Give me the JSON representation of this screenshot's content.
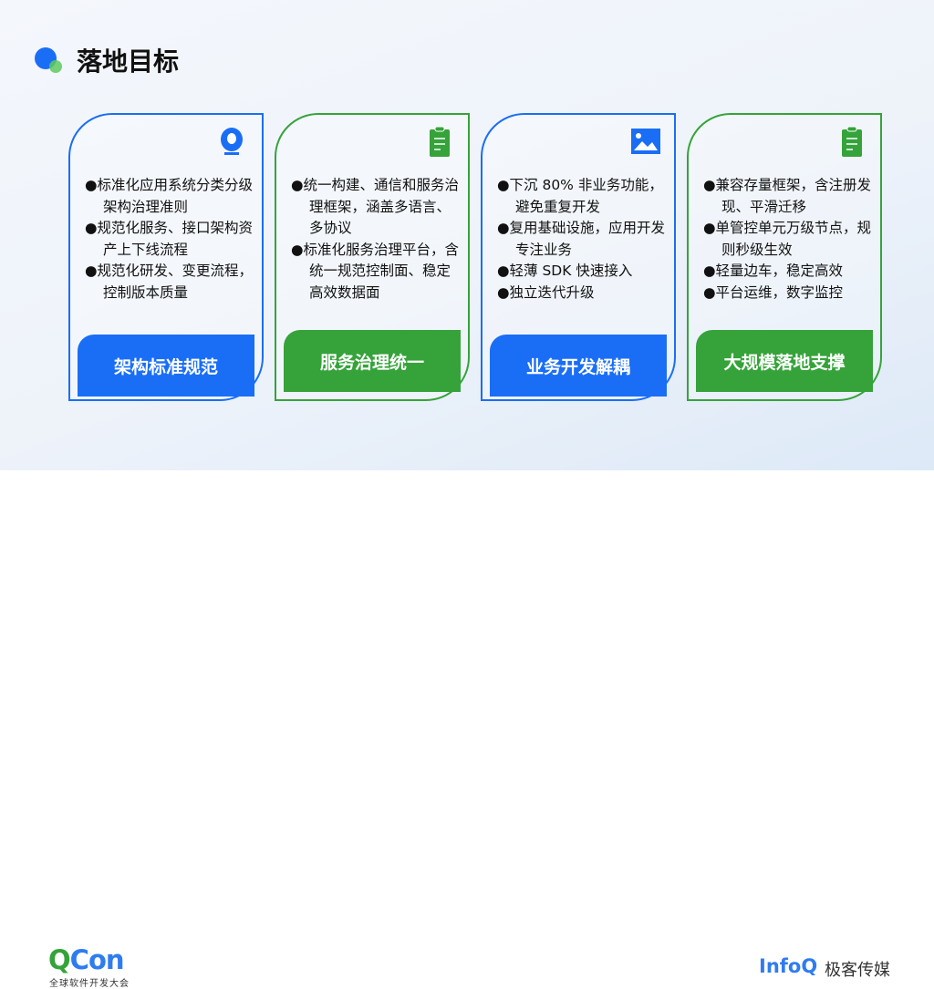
{
  "title": "落地目标",
  "colors": {
    "blue": "#1a6ef5",
    "green": "#35a33a"
  },
  "cards": [
    {
      "icon": "webcam-icon",
      "color": "blue",
      "items": [
        "●标准化应用系统分类分级架构治理准则",
        "●规范化服务、接口架构资产上下线流程",
        "●规范化研发、变更流程，控制版本质量"
      ],
      "button": "架构标准规范"
    },
    {
      "icon": "clipboard-icon",
      "color": "green",
      "items": [
        "●统一构建、通信和服务治理框架，涵盖多语言、多协议",
        "●标准化服务治理平台，含统一规范控制面、稳定高效数据面"
      ],
      "button": "服务治理统一"
    },
    {
      "icon": "image-icon",
      "color": "blue",
      "items": [
        "●下沉 80% 非业务功能，避免重复开发",
        "●复用基础设施，应用开发专注业务",
        "●轻薄 SDK 快速接入",
        "●独立迭代升级"
      ],
      "button": "业务开发解耦"
    },
    {
      "icon": "clipboard-icon",
      "color": "green",
      "items": [
        "●兼容存量框架，含注册发现、平滑迁移",
        "●单管控单元万级节点，规则秒级生效",
        "●轻量边车，稳定高效",
        "●平台运维，数字监控"
      ],
      "button": "大规模落地支撑"
    }
  ],
  "footer": {
    "qcon_q": "Q",
    "qcon_rest": "Con",
    "qcon_sub": "全球软件开发大会",
    "infoq": "InfoQ",
    "jike": "极客传媒"
  }
}
